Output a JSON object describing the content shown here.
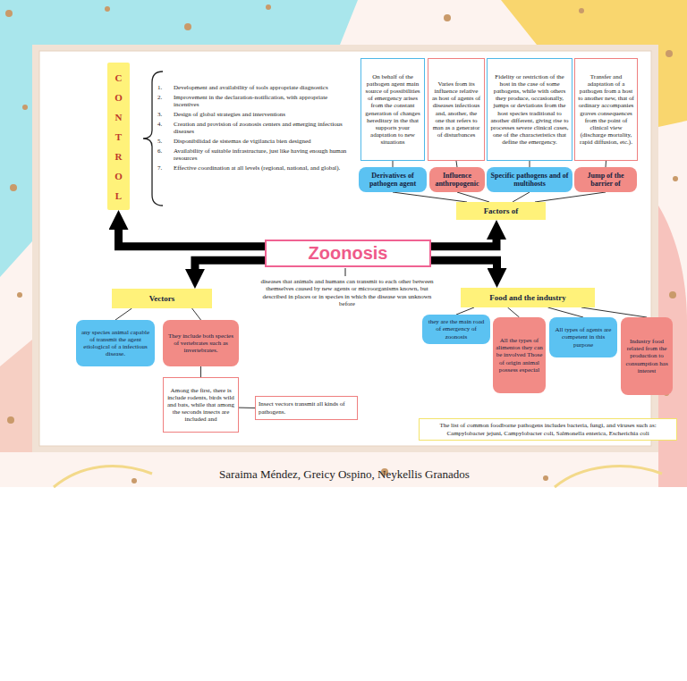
{
  "diagram": {
    "caption": "Saraima Méndez, Greicy Ospino, Neykellis Granados",
    "nodes": [
      {
        "text": [
          "C O N T R O L"
        ]
      },
      {
        "text": [
          "On behalf of the pathogen agent main source of possibilities of emergency arises from the constant generation of changes hereditary in the that supports your adaptation to new situations"
        ]
      },
      {
        "text": [
          "Varies from its influence relative as host of agents of diseases infectious and, another, the one that refers to man as a generator of disturbances"
        ]
      },
      {
        "text": [
          "Fidelity or restriction of the host in the case of some pathogens, while with others they produce, occasionally, jumps or deviations from the host species traditional to another different, giving rise to processes severe clinical cases, one of the characteristics that define the emergency."
        ]
      },
      {
        "text": [
          "Transfer and adaptation of a pathogen from a host to another new, that of ordinary accompanies graves consequences from the point of clinical view (discharge mortality, rapid diffusion, etc.)."
        ]
      },
      {
        "text": [
          "Derivatives of pathogen agent"
        ]
      },
      {
        "text": [
          "Influence anthropogenic"
        ]
      },
      {
        "text": [
          "Specific pathogens and of multihosts"
        ]
      },
      {
        "text": [
          "Jump of the barrier of"
        ]
      },
      {
        "text": [
          "Factors of"
        ]
      },
      {
        "text": [
          "Zoonosis"
        ]
      },
      {
        "text": [
          "Vectors"
        ]
      },
      {
        "text": [
          "Food and the industry"
        ]
      },
      {
        "text": [
          "any species animal capable of transmit the agent etiological of a infectious disease."
        ]
      },
      {
        "text": [
          "They include both species of vertebrates such as invertebrates."
        ]
      },
      {
        "text": [
          "they are the main road of emergency of zoonosis"
        ]
      },
      {
        "text": [
          "All the types of alimentos they can be involved Those of origin animal possess especial"
        ]
      },
      {
        "text": [
          "All types of agents are competent in this purpose"
        ]
      },
      {
        "text": [
          "Industry food related from the production to consumption has interest"
        ]
      },
      {
        "text": [
          "Among the first, there is include rodents, birds wild and bats, while that among the seconds insects are included and"
        ]
      },
      {
        "text": [
          "Insect vectors transmit all kinds of pathogens."
        ]
      },
      {
        "text": [
          "The list of common foodborne pathogens includes bacteria, fungi, and viruses such as: Campylobacter jejuni, Campylobacter coli, Salmonella enterica, Escherichia coli"
        ]
      }
    ],
    "edges": [
      {
        "from": 10,
        "to": 0,
        "arrow": "to"
      },
      {
        "from": 10,
        "to": 9,
        "arrow": "to"
      },
      {
        "from": 10,
        "to": 11,
        "arrow": "to"
      },
      {
        "from": 10,
        "to": 12,
        "arrow": "to"
      },
      {
        "from": 1,
        "to": 5,
        "arrow": "none"
      },
      {
        "from": 2,
        "to": 6,
        "arrow": "none"
      },
      {
        "from": 3,
        "to": 7,
        "arrow": "none"
      },
      {
        "from": 4,
        "to": 8,
        "arrow": "none"
      },
      {
        "from": 5,
        "to": 9,
        "arrow": "none"
      },
      {
        "from": 6,
        "to": 9,
        "arrow": "none"
      },
      {
        "from": 7,
        "to": 9,
        "arrow": "none"
      },
      {
        "from": 8,
        "to": 9,
        "arrow": "none"
      },
      {
        "from": 11,
        "to": 13,
        "arrow": "none"
      },
      {
        "from": 11,
        "to": 14,
        "arrow": "none"
      },
      {
        "from": 14,
        "to": 19,
        "arrow": "none"
      },
      {
        "from": 19,
        "to": 20,
        "arrow": "none"
      },
      {
        "from": 12,
        "to": 15,
        "arrow": "none"
      },
      {
        "from": 12,
        "to": 16,
        "arrow": "none"
      },
      {
        "from": 12,
        "to": 17,
        "arrow": "none"
      },
      {
        "from": 12,
        "to": 18,
        "arrow": "none"
      }
    ],
    "labels": [
      "1.",
      "Development and availability of tools appropriate diagnostics",
      "2.",
      "Improvement in the declaration-notification, with appropriate incentives",
      "3.",
      "Design of global strategies and interventions",
      "4.",
      "Creation and provision of zoonosis centers and emerging infectious diseases",
      "5.",
      "Disponibilidad de sistemas de vigilancia bien designed",
      "6.",
      "Availability of suitable infrastructure, just like having enough human resources",
      "7.",
      "Effective coordination at all levels (regional, national, and global).",
      "diseases that animals and humans can transmit to each other between themselves caused by new agents or microorganisms known, but described in places or in species in which the disease was unknown before"
    ]
  }
}
